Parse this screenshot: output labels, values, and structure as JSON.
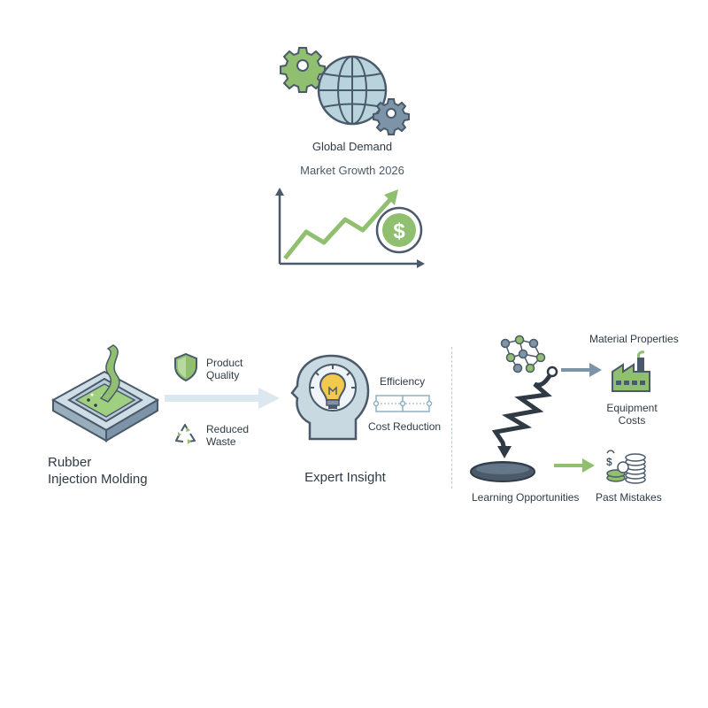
{
  "top": {
    "title": "Global Demand",
    "subtitle": "Market Growth 2026"
  },
  "molding": {
    "label_line1": "Rubber",
    "label_line2": "Injection Molding",
    "benefit_quality_line1": "Product",
    "benefit_quality_line2": "Quality",
    "benefit_waste_line1": "Reduced",
    "benefit_waste_line2": "Waste"
  },
  "insight": {
    "label": "Expert Insight",
    "efficiency": "Efficiency",
    "cost_reduction": "Cost Reduction"
  },
  "learning": {
    "material_properties": "Material Properties",
    "equipment_costs_line1": "Equipment",
    "equipment_costs_line2": "Costs",
    "learning_opportunities": "Learning Opportunities",
    "past_mistakes": "Past Mistakes"
  },
  "colors": {
    "green": "#8fbf6f",
    "slate": "#4a5a6a",
    "blue_gray": "#7d94a8",
    "light_blue": "#dbe8ef"
  },
  "icons": {
    "globe": "globe-gears-icon",
    "growth": "growth-chart-dollar-icon",
    "mold": "injection-mold-icon",
    "shield": "shield-icon",
    "recycle": "recycle-icon",
    "head": "head-lightbulb-icon",
    "network": "molecule-network-icon",
    "factory": "factory-icon",
    "pit": "pit-hole-icon",
    "coins": "coins-icon"
  }
}
